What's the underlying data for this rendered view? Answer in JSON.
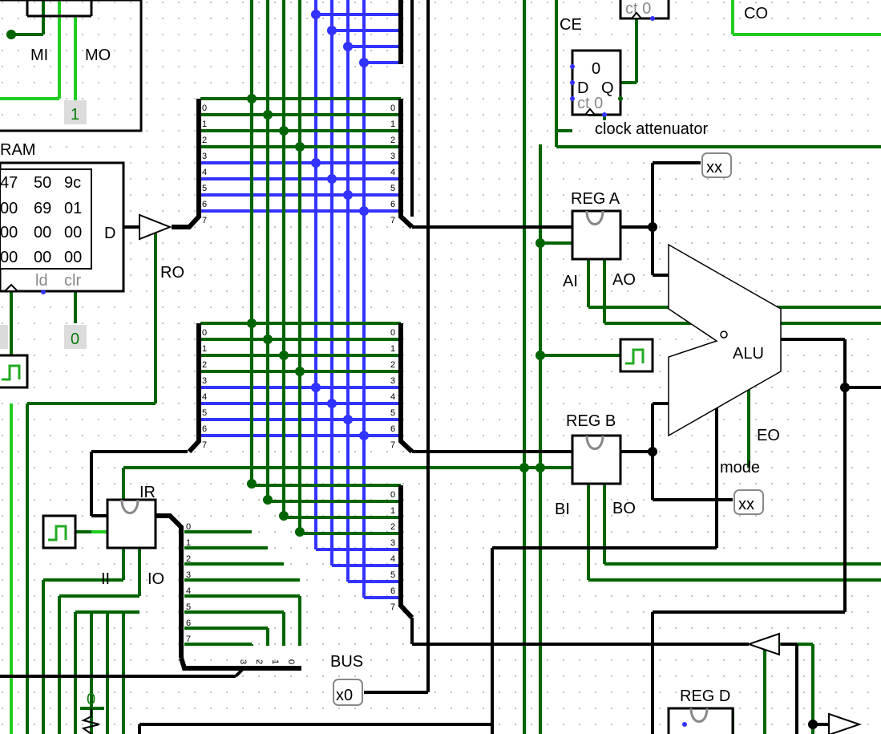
{
  "labels": {
    "mi": "MI",
    "mo": "MO",
    "ram": "RAM",
    "ram_d": "D",
    "ram_ld": "ld",
    "ram_clr": "clr",
    "ro": "RO",
    "ce": "CE",
    "co": "CO",
    "clock_attenuator": "clock attenuator",
    "dff_d": "D",
    "dff_q": "Q",
    "dff_ct": "ct",
    "dff_val": "0",
    "counter_val": "ct 0",
    "reg_a": "REG A",
    "ai": "AI",
    "ao": "AO",
    "reg_b": "REG B",
    "bi": "BI",
    "bo": "BO",
    "alu": "ALU",
    "eo": "EO",
    "mode": "mode",
    "ir": "IR",
    "ii": "II",
    "io": "IO",
    "bus": "BUS",
    "reg_d": "REG D"
  },
  "ram_memory": [
    [
      "47",
      "50",
      "9c"
    ],
    [
      "00",
      "69",
      "01"
    ],
    [
      "00",
      "00",
      "00"
    ],
    [
      "00",
      "00",
      "00"
    ]
  ],
  "pins": {
    "mo_pin": "1",
    "clr_pin": "0",
    "ground_pin": "0"
  },
  "probes": {
    "reg_a_out": "xx",
    "alu_mode_out": "xx",
    "bus_probe": "x0"
  },
  "splitter_bits": [
    "0",
    "1",
    "2",
    "3",
    "4",
    "5",
    "6",
    "7"
  ],
  "ir_low_bits": [
    "3",
    "2",
    "1",
    "0"
  ],
  "colors": {
    "wire_dark": "#006400",
    "wire_bright": "#22cc22",
    "bus_blue": "#3333ff",
    "wire_black": "#000000",
    "pin_bg": "#dcdcdc"
  }
}
